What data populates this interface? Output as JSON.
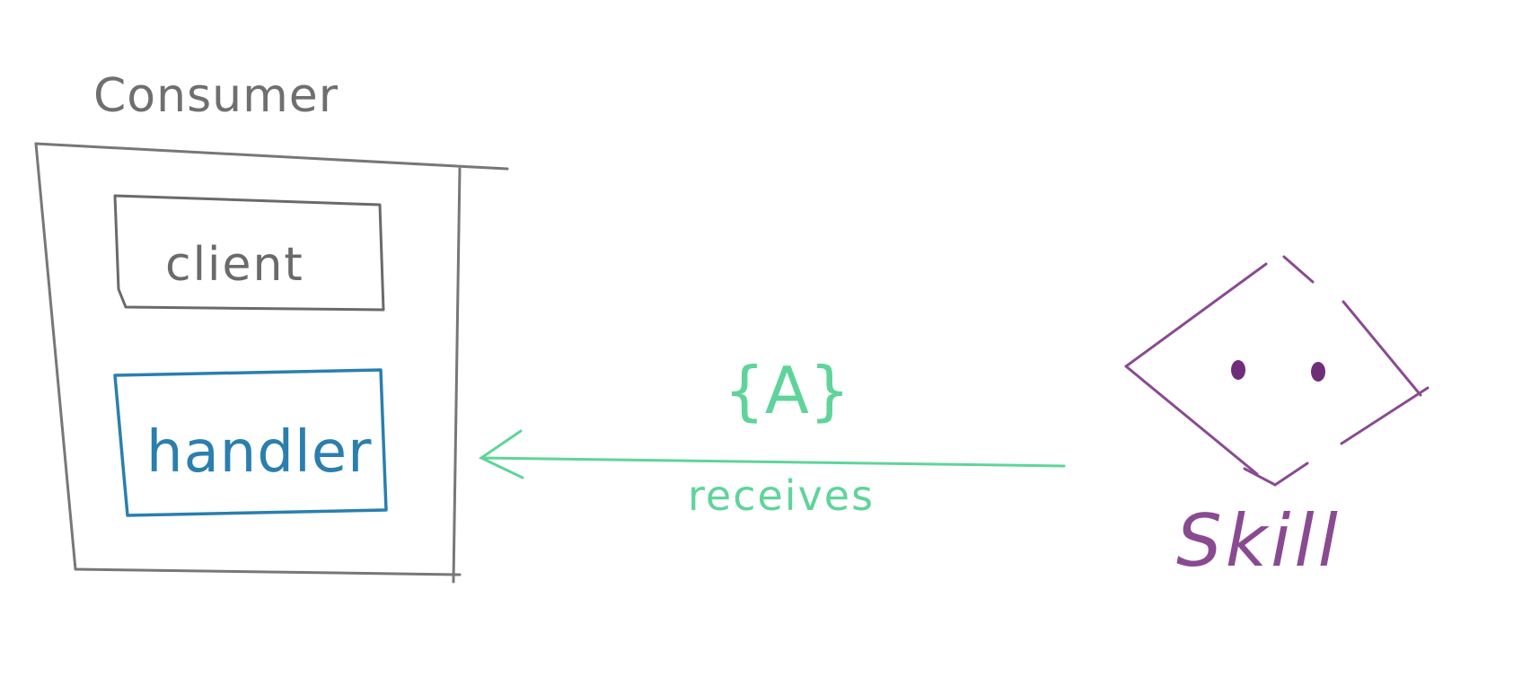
{
  "consumer": {
    "label": "Consumer",
    "client_label": "client",
    "handler_label": "handler",
    "stroke": "#777777",
    "client_stroke": "#6a6a6a",
    "handler_stroke": "#2a7fae"
  },
  "message": {
    "payload": "{A}",
    "verb": "receives",
    "color": "#5fd49a",
    "direction": "skill-to-consumer"
  },
  "skill": {
    "label": "Skill",
    "color": "#8a4a92",
    "shape": "diamond-face"
  }
}
